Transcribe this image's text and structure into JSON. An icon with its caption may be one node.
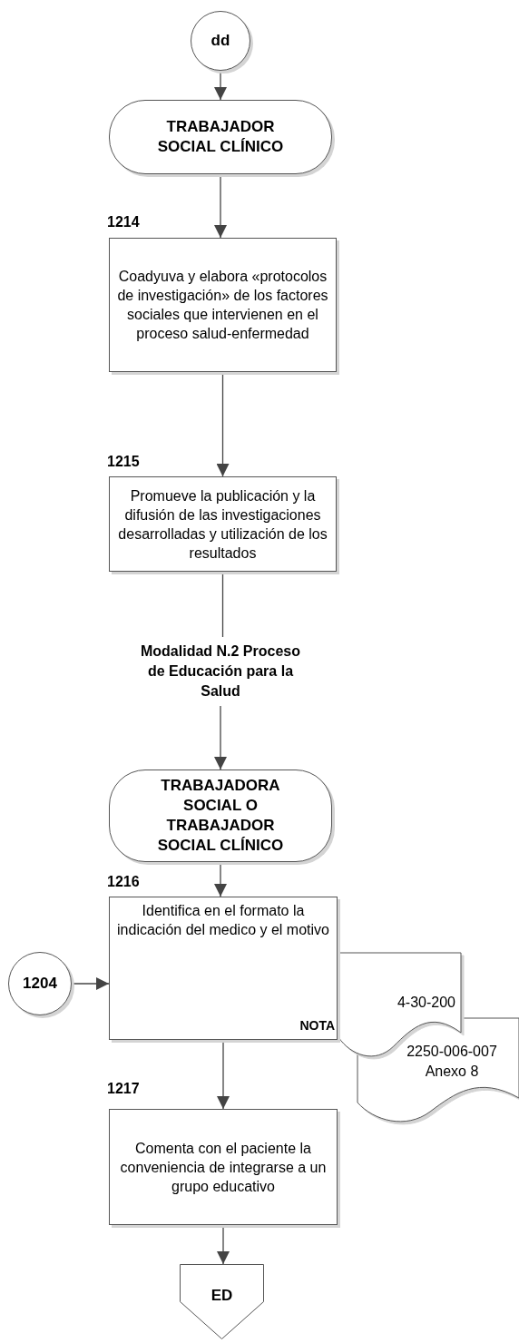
{
  "diagram": {
    "nodes": [
      {
        "text": [
          "dd"
        ]
      },
      {
        "text": [
          "TRABAJADOR SOCIAL CLÍNICO"
        ]
      },
      {
        "text": [
          "Coadyuva y elabora «protocolos de investigación» de los factores sociales que intervienen en el proceso salud-enfermedad"
        ],
        "beside": [
          "1214"
        ]
      },
      {
        "text": [
          "Promueve la publicación y la difusión de las investigaciones desarrolladas y utilización de los resultados"
        ],
        "beside": [
          "1215"
        ]
      },
      {
        "text": [
          "Modalidad N.2 Proceso de Educación para la Salud"
        ]
      },
      {
        "text": [
          "TRABAJADORA SOCIAL O TRABAJADOR SOCIAL CLÍNICO"
        ]
      },
      {
        "text": [
          "Identifica en el formato la indicación del medico y el motivo",
          "NOTA"
        ],
        "beside": [
          "1216"
        ]
      },
      {
        "text": [
          "4-30-200"
        ]
      },
      {
        "text": [
          "2250-006-007",
          "Anexo 8"
        ]
      },
      {
        "text": [
          "1204"
        ]
      },
      {
        "text": [
          "Comenta con el paciente la conveniencia de integrarse a un grupo educativo"
        ],
        "beside": [
          "1217"
        ]
      },
      {
        "text": [
          "ED"
        ]
      }
    ],
    "edges": [
      {
        "from": 0,
        "to": 1,
        "arrow": "to"
      },
      {
        "from": 1,
        "to": 2,
        "arrow": "to"
      },
      {
        "from": 2,
        "to": 3,
        "arrow": "to"
      },
      {
        "from": 3,
        "to": 4,
        "arrow": "none"
      },
      {
        "from": 4,
        "to": 5,
        "arrow": "to"
      },
      {
        "from": 5,
        "to": 6,
        "arrow": "to"
      },
      {
        "from": 9,
        "to": 6,
        "arrow": "to"
      },
      {
        "from": 6,
        "to": 10,
        "arrow": "to"
      },
      {
        "from": 10,
        "to": 11,
        "arrow": "to"
      }
    ]
  }
}
